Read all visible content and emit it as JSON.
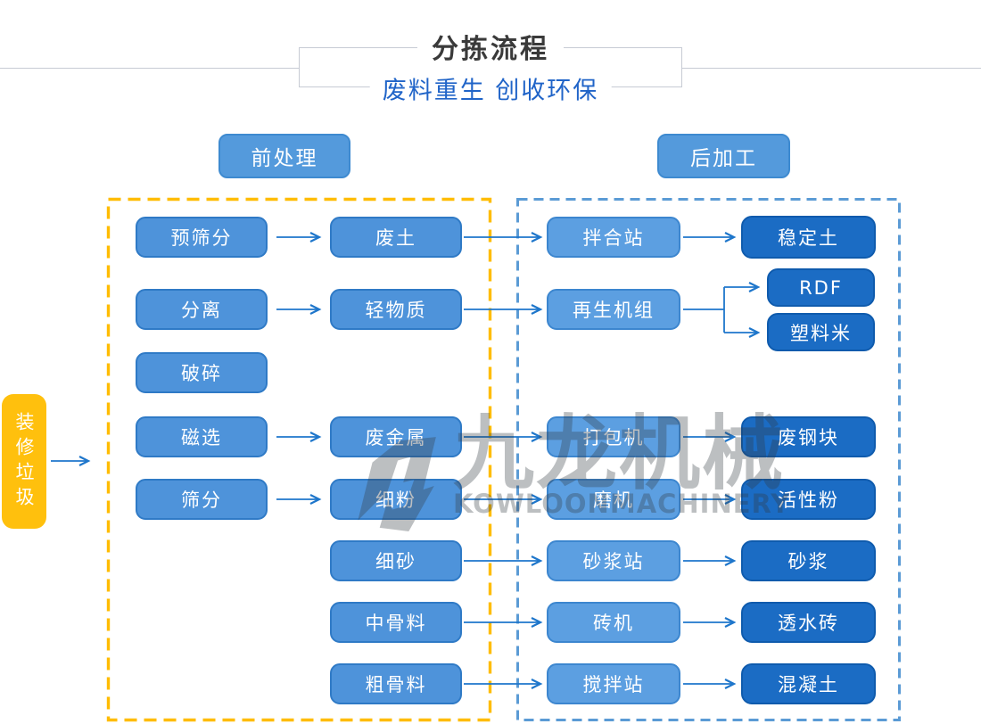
{
  "title": {
    "main": "分拣流程",
    "subtitle": "废料重生 创收环保"
  },
  "stage_labels": {
    "pre": "前处理",
    "post": "后加工"
  },
  "source": {
    "label": "装修垃圾"
  },
  "watermark": {
    "brand": "九龙机械",
    "brand_en": "KOWLOONMACHINERY"
  },
  "nodes": {
    "pre_screen": "预筛分",
    "waste_soil": "废土",
    "mixing_station": "拌合站",
    "stabilized_soil": "稳定土",
    "separation": "分离",
    "light_material": "轻物质",
    "regen_unit": "再生机组",
    "rdf": "RDF",
    "plastic_pellets": "塑料米",
    "crushing": "破碎",
    "magnetic": "磁选",
    "scrap_metal": "废金属",
    "baler": "打包机",
    "scrap_steel": "废钢块",
    "screening": "筛分",
    "fine_powder": "细粉",
    "mill": "磨机",
    "active_powder": "活性粉",
    "fine_sand": "细砂",
    "mortar_station": "砂浆站",
    "mortar": "砂浆",
    "medium_aggregate": "中骨料",
    "brick_machine": "砖机",
    "permeable_brick": "透水砖",
    "coarse_aggregate": "粗骨料",
    "mixing_plant": "搅拌站",
    "concrete": "混凝土"
  },
  "edges": [
    [
      "装修垃圾",
      "前处理区"
    ],
    [
      "预筛分",
      "废土"
    ],
    [
      "废土",
      "拌合站"
    ],
    [
      "拌合站",
      "稳定土"
    ],
    [
      "分离",
      "轻物质"
    ],
    [
      "轻物质",
      "再生机组"
    ],
    [
      "再生机组",
      "RDF"
    ],
    [
      "再生机组",
      "塑料米"
    ],
    [
      "磁选",
      "废金属"
    ],
    [
      "废金属",
      "打包机"
    ],
    [
      "打包机",
      "废钢块"
    ],
    [
      "筛分",
      "细粉"
    ],
    [
      "细粉",
      "磨机"
    ],
    [
      "磨机",
      "活性粉"
    ],
    [
      "细砂",
      "砂浆站"
    ],
    [
      "砂浆站",
      "砂浆"
    ],
    [
      "中骨料",
      "砖机"
    ],
    [
      "砖机",
      "透水砖"
    ],
    [
      "粗骨料",
      "搅拌站"
    ],
    [
      "搅拌站",
      "混凝土"
    ]
  ],
  "colors": {
    "process_box": "#4e93da",
    "machine_box": "#5c9fe1",
    "output_box": "#1b6cc4",
    "arrow": "#1e76cb",
    "pre_dash": "#ffbc00",
    "post_dash": "#5b9bd5",
    "source_fill": "#ffc00d",
    "subtitle_blue": "#2064c8",
    "title_gray": "#3a3a3a"
  }
}
